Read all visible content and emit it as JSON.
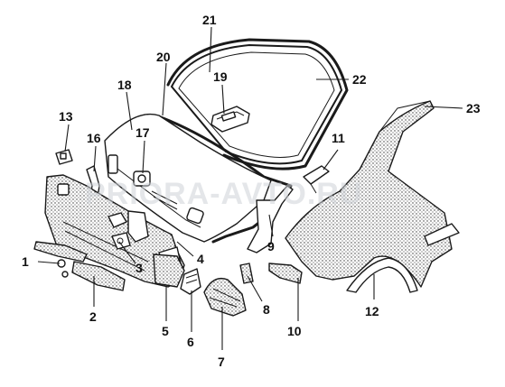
{
  "watermark": "PRIORA-AVTO.RU",
  "callouts": [
    "1",
    "2",
    "3",
    "4",
    "5",
    "6",
    "7",
    "8",
    "9",
    "10",
    "11",
    "12",
    "13",
    "16",
    "17",
    "18",
    "19",
    "20",
    "21",
    "22",
    "23"
  ],
  "colors": {
    "ink": "#1a1a1a",
    "background": "#ffffff",
    "watermark": "#cfd3d8"
  }
}
